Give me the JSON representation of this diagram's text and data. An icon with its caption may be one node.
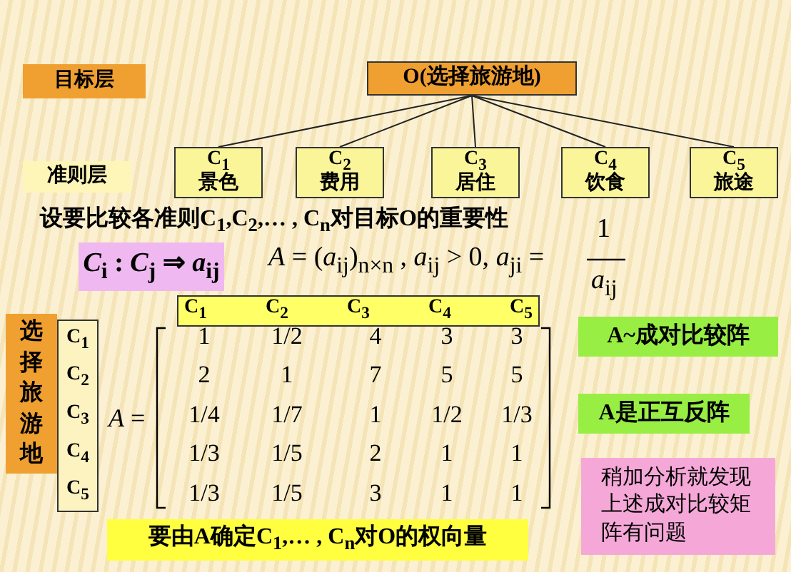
{
  "diagram": {
    "nodes": [
      {
        "text": [
          "目标层"
        ]
      },
      {
        "text": [
          "O(选择旅游地)"
        ]
      },
      {
        "text": [
          "准则层"
        ]
      },
      {
        "text": [
          "C$_{1}$",
          "景色"
        ]
      },
      {
        "text": [
          "C$_{2}$",
          "费用"
        ]
      },
      {
        "text": [
          "C$_{3}$",
          "居住"
        ]
      },
      {
        "text": [
          "C$_{4}$",
          "饮食"
        ]
      },
      {
        "text": [
          "C$_{5}$",
          "旅途"
        ]
      },
      {
        "text": [
          "*C*$_{i}$ : *C*$_{j}$ ⇒ *a*$_{ij}$"
        ]
      },
      {
        "text": [
          "C$_{1}$",
          "C$_{2}$",
          "C$_{3}$",
          "C$_{4}$",
          "C$_{5}$"
        ]
      },
      {
        "text": [
          "选择旅游地"
        ]
      },
      {
        "text": [
          "C$_{1}$",
          "C$_{2}$",
          "C$_{3}$",
          "C$_{4}$",
          "C$_{5}$"
        ]
      },
      {
        "text": [
          "A~成对比较阵"
        ]
      },
      {
        "text": [
          "A是正互反阵"
        ]
      },
      {
        "text": [
          "稍加分析就发现上述成对比较矩阵有问题"
        ]
      },
      {
        "text": [
          "要由A确定C$_{1}$,… , C$_{n}$对O的权向量"
        ]
      }
    ],
    "edges": [
      {
        "from": 1,
        "to": 3,
        "arrow": "none"
      },
      {
        "from": 1,
        "to": 4,
        "arrow": "none"
      },
      {
        "from": 1,
        "to": 5,
        "arrow": "none"
      },
      {
        "from": 1,
        "to": 6,
        "arrow": "none"
      },
      {
        "from": 1,
        "to": 7,
        "arrow": "none"
      }
    ],
    "labels": [
      "设要比较各准则C$_{1}$,C$_{2}$,… , C$_{n}$对目标O的重要性",
      "*A* = (*a*$_{ij}$)$_{n×n}$ , *a*$_{ij}$ > 0, *a*$_{ji}$ =",
      "1",
      "*a*$_{ij}$",
      "*A* =",
      "1",
      "1/2",
      "4",
      "3",
      "3",
      "2",
      "1",
      "7",
      "5",
      "5",
      "1/4",
      "1/7",
      "1",
      "1/2",
      "1/3",
      "1/3",
      "1/5",
      "2",
      "1",
      "1",
      "1/3",
      "1/5",
      "3",
      "1",
      "1"
    ]
  }
}
